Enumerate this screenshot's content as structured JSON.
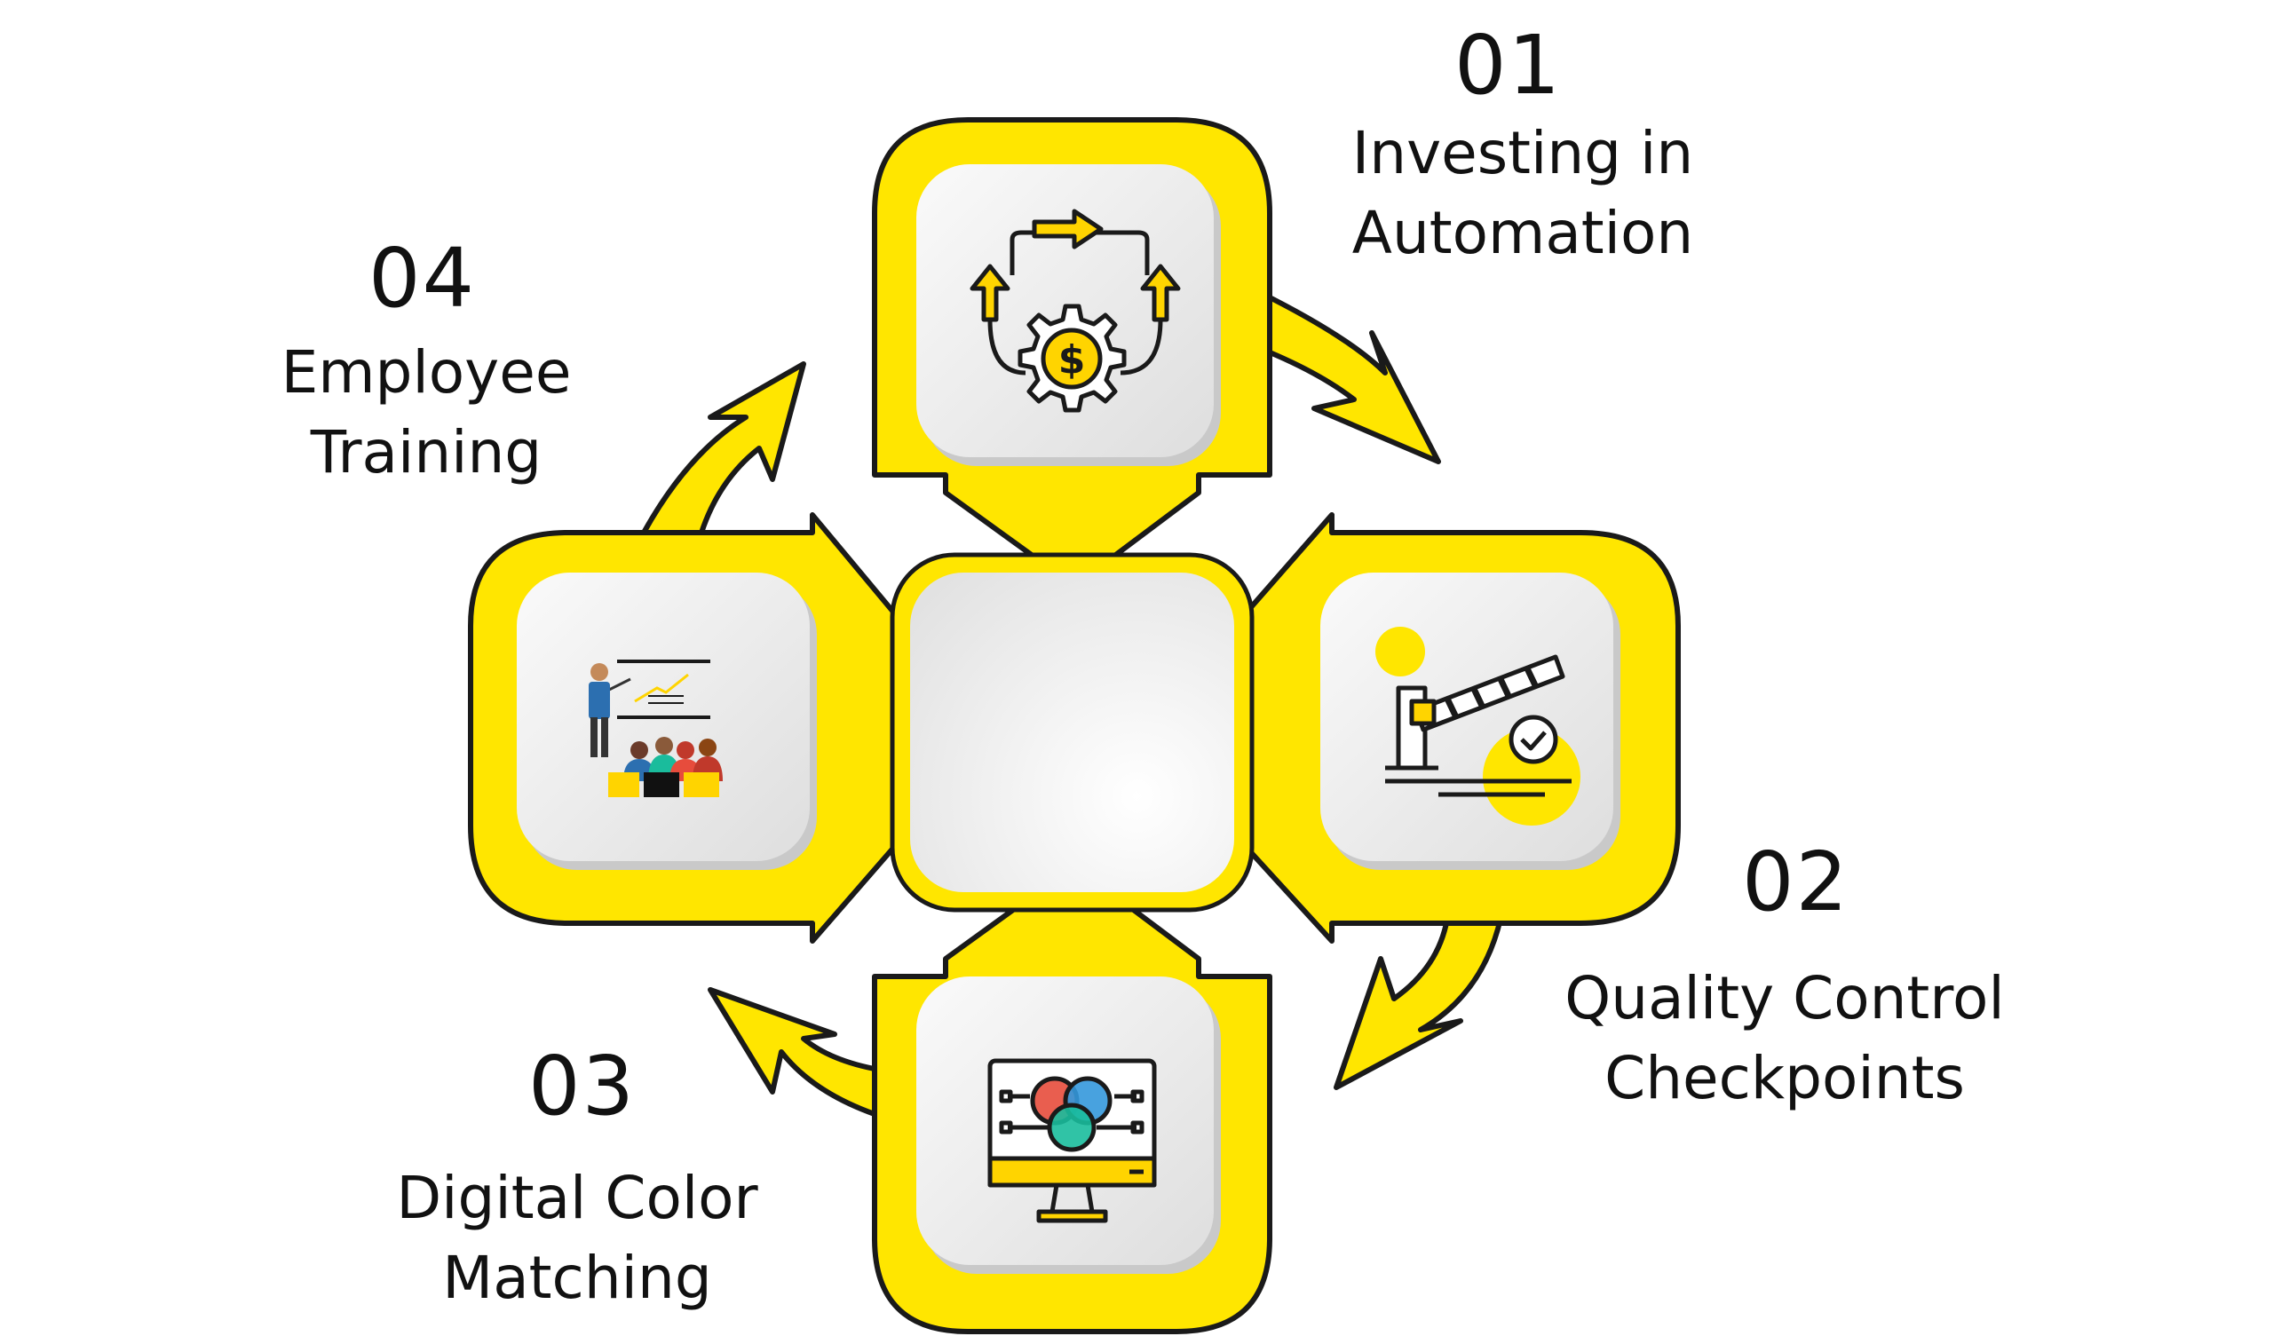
{
  "colors": {
    "accent": "#FFE600",
    "outline": "#1a1a1a",
    "tile": "#f1f1f1",
    "text": "#111111",
    "icon_red": "#E74C3C",
    "icon_blue": "#3498DB",
    "icon_green": "#1ABC9C",
    "icon_yellow": "#FFD400"
  },
  "steps": [
    {
      "number": "01",
      "lines": [
        "Investing in",
        "Automation"
      ],
      "icon": "automation-gear-dollar-icon"
    },
    {
      "number": "02",
      "lines": [
        "Quality Control",
        "Checkpoints"
      ],
      "icon": "quality-checkpoint-barrier-icon"
    },
    {
      "number": "03",
      "lines": [
        "Digital Color",
        "Matching"
      ],
      "icon": "color-matching-monitor-icon"
    },
    {
      "number": "04",
      "lines": [
        "Employee",
        "Training"
      ],
      "icon": "training-presentation-icon"
    }
  ]
}
